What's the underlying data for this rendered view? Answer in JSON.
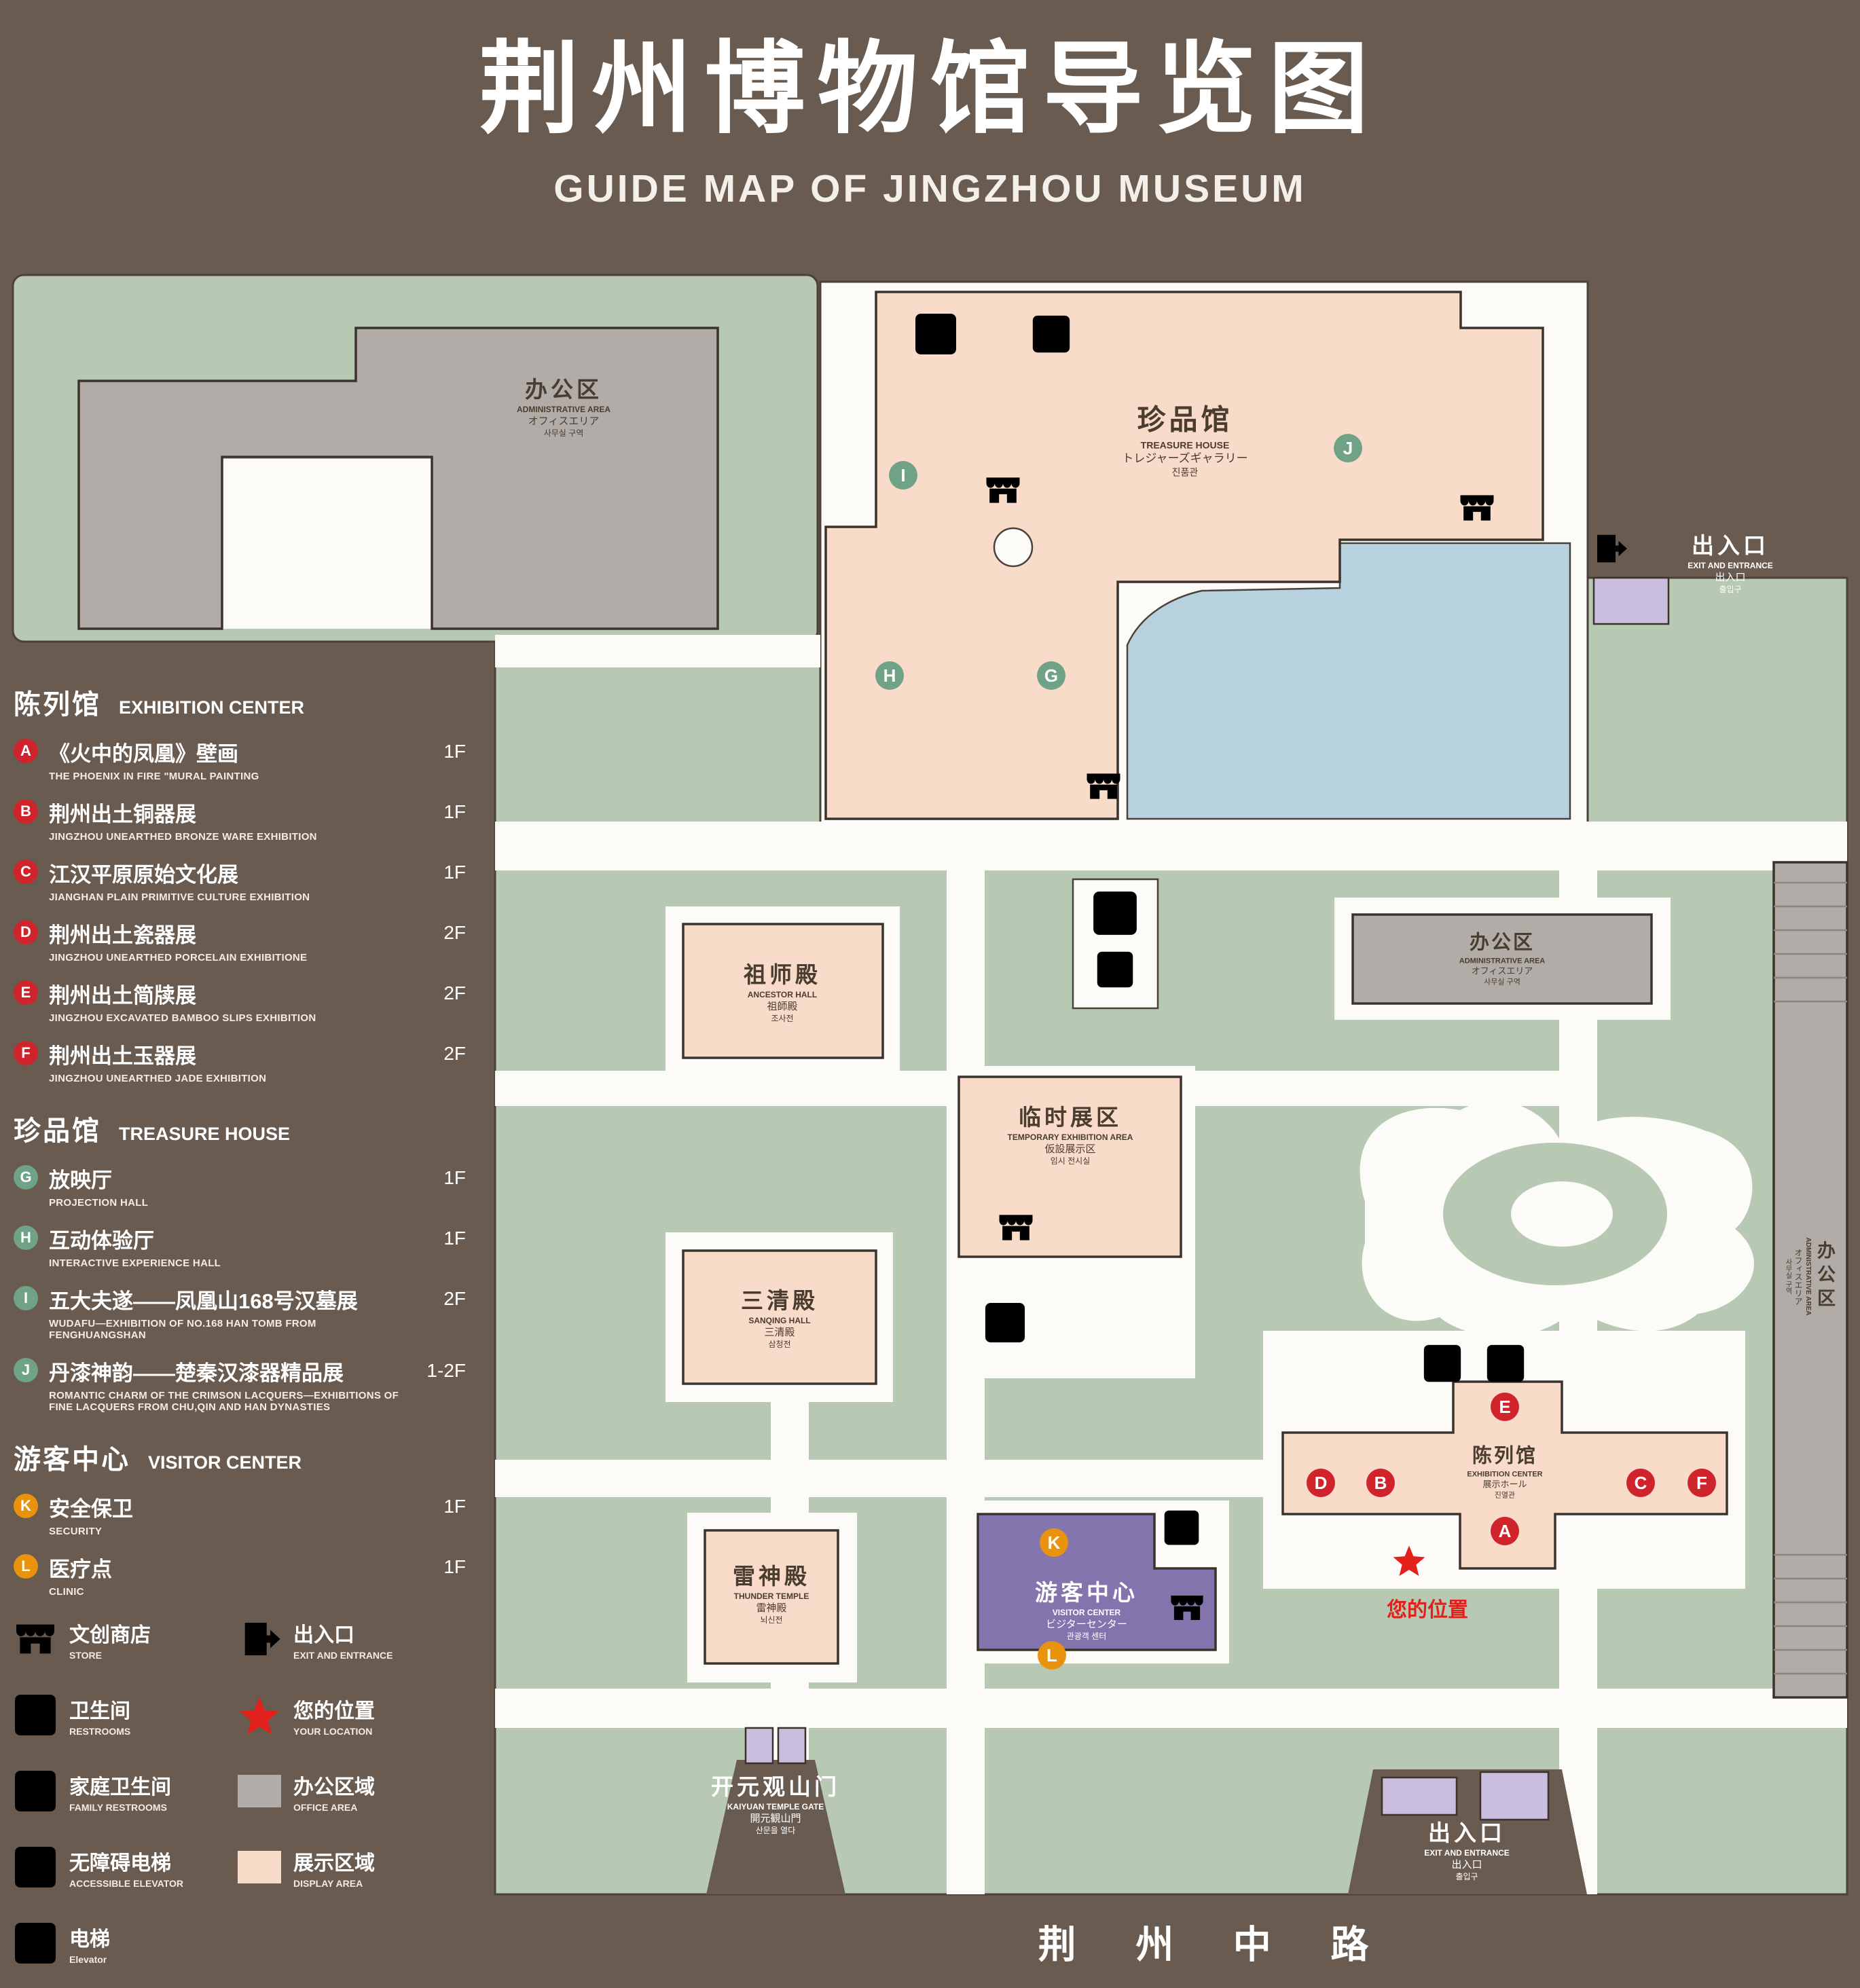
{
  "title": {
    "zh": "荆州博物馆导览图",
    "en": "GUIDE MAP OF JINGZHOU MUSEUM"
  },
  "colors": {
    "background": "#6a5b50",
    "ground": "#b7c9b3",
    "display_area": "#f8dbc9",
    "office_area": "#b1aca8",
    "water": "#b7d2de",
    "visitor_center": "#8474ad",
    "gate_pad": "#c9bedd",
    "badge_red": "#d0242c",
    "badge_green": "#6fa287",
    "badge_orange": "#e8920e",
    "location_red": "#e2201c",
    "icon_brown": "#4a392c"
  },
  "legend": {
    "sections": [
      {
        "zh": "陈列馆",
        "en": "EXHIBITION CENTER",
        "items": [
          {
            "letter": "A",
            "zh": "《火中的凤凰》壁画",
            "en": "THE PHOENIX IN FIRE \"MURAL PAINTING",
            "floor": "1F"
          },
          {
            "letter": "B",
            "zh": "荆州出土铜器展",
            "en": "JINGZHOU UNEARTHED BRONZE WARE EXHIBITION",
            "floor": "1F"
          },
          {
            "letter": "C",
            "zh": "江汉平原原始文化展",
            "en": "JIANGHAN PLAIN PRIMITIVE CULTURE EXHIBITION",
            "floor": "1F"
          },
          {
            "letter": "D",
            "zh": "荆州出土瓷器展",
            "en": "JINGZHOU UNEARTHED PORCELAIN EXHIBITIONE",
            "floor": "2F"
          },
          {
            "letter": "E",
            "zh": "荆州出土简牍展",
            "en": "JINGZHOU EXCAVATED BAMBOO SLIPS EXHIBITION",
            "floor": "2F"
          },
          {
            "letter": "F",
            "zh": "荆州出土玉器展",
            "en": "JINGZHOU UNEARTHED JADE EXHIBITION",
            "floor": "2F"
          }
        ]
      },
      {
        "zh": "珍品馆",
        "en": "TREASURE HOUSE",
        "items": [
          {
            "letter": "G",
            "zh": "放映厅",
            "en": "PROJECTION HALL",
            "floor": "1F"
          },
          {
            "letter": "H",
            "zh": "互动体验厅",
            "en": "INTERACTIVE EXPERIENCE HALL",
            "floor": "1F"
          },
          {
            "letter": "I",
            "zh": "五大夫遂——凤凰山168号汉墓展",
            "en": "WUDAFU—EXHIBITION OF NO.168 HAN TOMB FROM FENGHUANGSHAN",
            "floor": "2F"
          },
          {
            "letter": "J",
            "zh": "丹漆神韵——楚秦汉漆器精品展",
            "en": "ROMANTIC CHARM OF THE CRIMSON LACQUERS—EXHIBITIONS OF FINE LACQUERS FROM CHU,QIN AND HAN DYNASTIES",
            "floor": "1-2F"
          }
        ]
      },
      {
        "zh": "游客中心",
        "en": "VISITOR CENTER",
        "items": [
          {
            "letter": "K",
            "zh": "安全保卫",
            "en": "SECURITY",
            "floor": "1F"
          },
          {
            "letter": "L",
            "zh": "医疗点",
            "en": "CLINIC",
            "floor": "1F"
          }
        ]
      }
    ],
    "symbols": [
      {
        "icon": "store-icon",
        "zh": "文创商店",
        "en": "STORE"
      },
      {
        "icon": "restroom-icon",
        "zh": "卫生间",
        "en": "RESTROOMS"
      },
      {
        "icon": "family-restroom-icon",
        "zh": "家庭卫生间",
        "en": "FAMILY RESTROOMS"
      },
      {
        "icon": "accessible-elevator-icon",
        "zh": "无障碍电梯",
        "en": "ACCESSIBLE ELEVATOR"
      },
      {
        "icon": "elevator-icon",
        "zh": "电梯",
        "en": "Elevator"
      },
      {
        "icon": "exit-icon",
        "zh": "出入口",
        "en": "EXIT AND ENTRANCE"
      },
      {
        "icon": "location-star-icon",
        "zh": "您的位置",
        "en": "YOUR LOCATION"
      },
      {
        "icon": "office-swatch",
        "zh": "办公区域",
        "en": "OFFICE AREA"
      },
      {
        "icon": "display-swatch",
        "zh": "展示区域",
        "en": "DISPLAY AREA"
      }
    ]
  },
  "map": {
    "buildings": {
      "admin_nw": {
        "zh": "办公区",
        "en": "ADMINISTRATIVE AREA",
        "ja": "オフィスエリア",
        "ko": "사무실 구역"
      },
      "treasure": {
        "zh": "珍品馆",
        "en": "TREASURE HOUSE",
        "ja": "トレジャーズギャラリー",
        "ko": "진품관"
      },
      "ancestor": {
        "zh": "祖师殿",
        "en": "ANCESTOR HALL",
        "ja": "祖師殿",
        "ko": "조사전"
      },
      "temporary": {
        "zh": "临时展区",
        "en": "TEMPORARY EXHIBITION AREA",
        "ja": "仮設展示区",
        "ko": "임시 전시실"
      },
      "admin_e": {
        "zh": "办公区",
        "en": "ADMINISTRATIVE AREA",
        "ja": "オフィスエリア",
        "ko": "사무실 구역"
      },
      "sanqing": {
        "zh": "三清殿",
        "en": "SANQING HALL",
        "ja": "三清殿",
        "ko": "삼청전"
      },
      "thunder": {
        "zh": "雷神殿",
        "en": "THUNDER TEMPLE",
        "ja": "雷神殿",
        "ko": "뇌신전"
      },
      "visitor": {
        "zh": "游客中心",
        "en": "VISITOR CENTER",
        "ja": "ビジターセンター",
        "ko": "관광객 센터"
      },
      "exhibition": {
        "zh": "陈列馆",
        "en": "EXHIBITION CENTER",
        "ja": "展示ホール",
        "ko": "진열관"
      },
      "admin_se": {
        "zh": "办公区",
        "en": "ADMINISTRATIVE AREA",
        "ja": "オフィスエリア",
        "ko": "사무실 구역"
      },
      "gate": {
        "zh": "开元观山门",
        "en": "KAIYUAN TEMPLE GATE",
        "ja": "開元観山門",
        "ko": "산문을 열다"
      },
      "exit_ne": {
        "zh": "出入口",
        "en": "EXIT AND ENTRANCE",
        "ja": "出入口",
        "ko": "출입구"
      },
      "exit_s": {
        "zh": "出入口",
        "en": "EXIT AND ENTRANCE",
        "ja": "出入口",
        "ko": "출입구"
      }
    },
    "markers": [
      {
        "letter": "A",
        "color": "red"
      },
      {
        "letter": "B",
        "color": "red"
      },
      {
        "letter": "C",
        "color": "red"
      },
      {
        "letter": "D",
        "color": "red"
      },
      {
        "letter": "E",
        "color": "red"
      },
      {
        "letter": "F",
        "color": "red"
      },
      {
        "letter": "G",
        "color": "green"
      },
      {
        "letter": "H",
        "color": "green"
      },
      {
        "letter": "I",
        "color": "green"
      },
      {
        "letter": "J",
        "color": "green"
      },
      {
        "letter": "K",
        "color": "orange"
      },
      {
        "letter": "L",
        "color": "orange"
      }
    ],
    "your_location": "您的位置",
    "road": "荆 州 中 路"
  }
}
